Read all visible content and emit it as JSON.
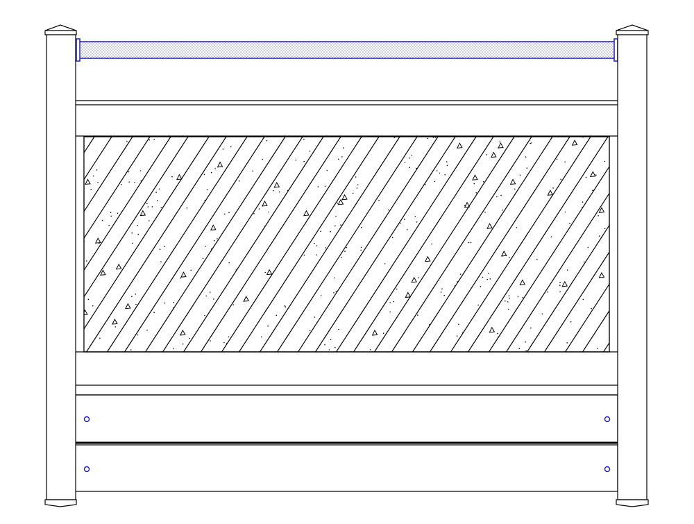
{
  "drawing": {
    "subject": "",
    "colors": {
      "line": "#000000",
      "accent": "#1a1acc",
      "background": "#ffffff",
      "stipple": "#1a1a66"
    },
    "parts": {
      "posts": [
        "left-post",
        "right-post"
      ],
      "panels": [
        "top-rail",
        "upper-rail",
        "diagonal-lattice-panel",
        "lower-rail",
        "bottom-board-upper",
        "bottom-board-lower"
      ],
      "fasteners": [
        "screw-hole"
      ]
    }
  }
}
